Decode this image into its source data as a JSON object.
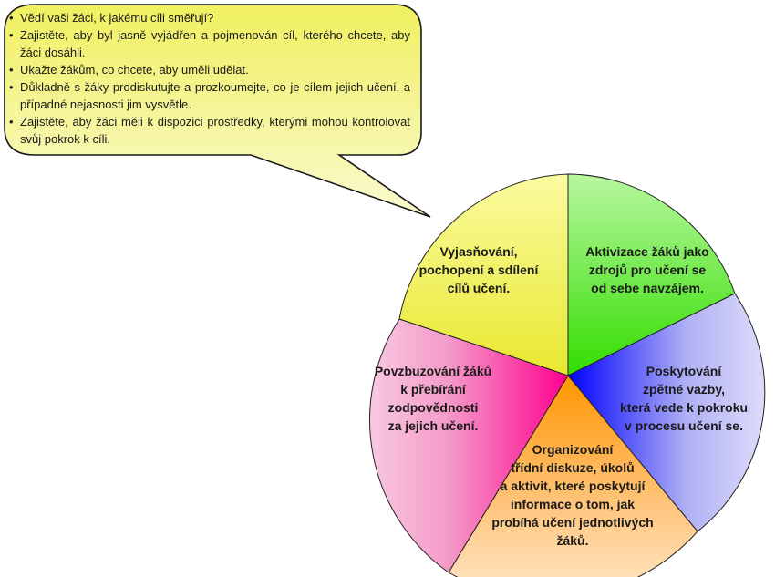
{
  "bubble": {
    "points": [
      "Vědí vaši žáci, k jakému cíli směřují?",
      "Zajistěte, aby byl jasně vyjádřen a pojmenován cíl, kterého chcete, aby žáci dosáhli.",
      "Ukažte žákům, co chcete, aby uměli udělat.",
      "Důkladně s žáky prodiskutujte a prozkoumejte, co je cílem jejich učení, a případné nejasnosti jim vysvětle.",
      "Zajistěte, aby žáci měli k dispozici prostředky, kterými mohou kontrolovat svůj pokrok k cíli."
    ],
    "color": "#f7f787"
  },
  "segments": [
    {
      "id": "clarify",
      "label": "Vyjasňování,\npochopení a sdílení\ncílů učení.",
      "color": "#f3f35a"
    },
    {
      "id": "activate",
      "label": "Aktivizace žáků jako\nzdrojů pro učení se\nod sebe navzájem.",
      "color": "#66ee33"
    },
    {
      "id": "feedback",
      "label": "Poskytování\nzpětné vazby,\nkterá vede k pokroku\nv procesu učení se.",
      "color": "#8888ff"
    },
    {
      "id": "organize",
      "label": "Organizování\ntřídní diskuze, úkolů\na aktivit, které poskytují\ninformace o tom, jak\nprobíhá učení jednotlivých\nžáků.",
      "color": "#ffb060"
    },
    {
      "id": "encourage",
      "label": "Povzbuzování žáků\nk přebírání\nzodpovědnosti\nza jejich učení.",
      "color": "#f060a8"
    }
  ]
}
